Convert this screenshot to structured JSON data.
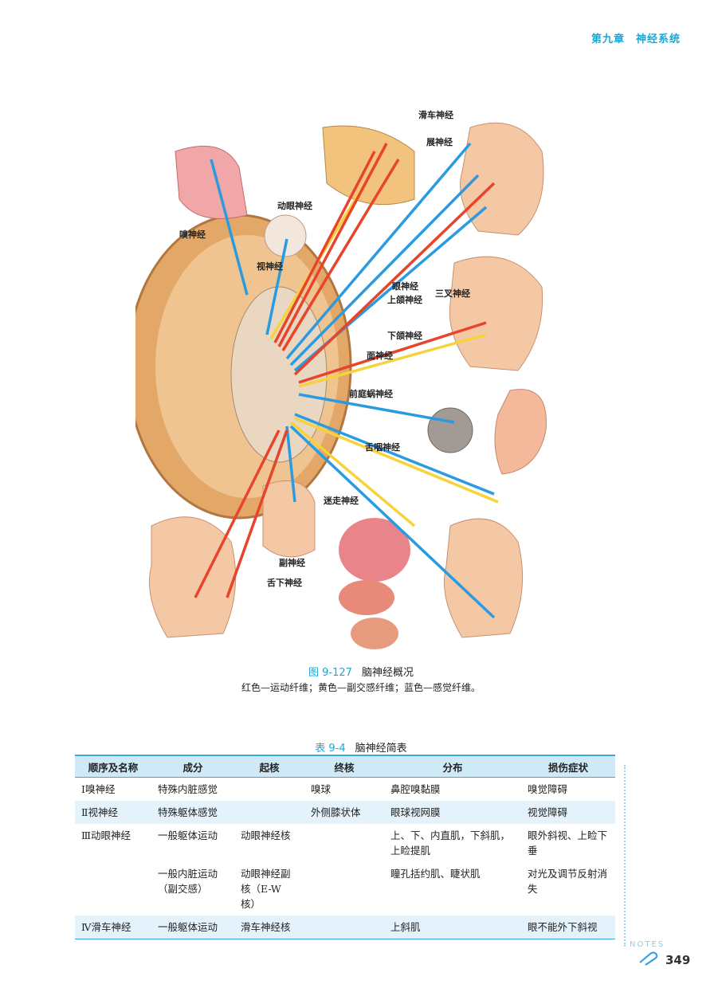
{
  "header": {
    "chapter": "第九章　神经系统"
  },
  "figure": {
    "number": "图 9-127",
    "title": "脑神经概况",
    "legend": "红色—运动纤维；黄色—副交感纤维；蓝色—感觉纤维。",
    "labels": {
      "olfactory": "嗅神经",
      "trochlear": "滑车神经",
      "abducens": "展神经",
      "oculomotor": "动眼神经",
      "optic": "视神经",
      "ophthalmic": "眼神经",
      "maxillary": "上颌神经",
      "mandibular": "下颌神经",
      "trigeminal": "三叉神经",
      "facial": "面神经",
      "vestibulocochlear": "前庭蜗神经",
      "glossopharyngeal": "舌咽神经",
      "vagus": "迷走神经",
      "accessory": "副神经",
      "hypoglossal": "舌下神经"
    },
    "colors": {
      "motor": "#e8432b",
      "parasympathetic": "#f5d33a",
      "sensory": "#2b9be0"
    }
  },
  "table": {
    "number": "表 9-4",
    "title": "脑神经简表",
    "headers": [
      "顺序及名称",
      "成分",
      "起核",
      "终核",
      "分布",
      "损伤症状"
    ],
    "rows": [
      [
        "Ⅰ嗅神经",
        "特殊内脏感觉",
        "",
        "嗅球",
        "鼻腔嗅黏膜",
        "嗅觉障碍"
      ],
      [
        "Ⅱ视神经",
        "特殊躯体感觉",
        "",
        "外侧膝状体",
        "眼球视网膜",
        "视觉障碍"
      ],
      [
        "Ⅲ动眼神经",
        "一般躯体运动",
        "动眼神经核",
        "",
        "上、下、内直肌，下斜肌，上睑提肌",
        "眼外斜视、上睑下垂"
      ],
      [
        "",
        "一般内脏运动（副交感）",
        "动眼神经副核（E-W 核）",
        "",
        "瞳孔括约肌、睫状肌",
        "对光及调节反射消失"
      ],
      [
        "Ⅳ滑车神经",
        "一般躯体运动",
        "滑车神经核",
        "",
        "上斜肌",
        "眼不能外下斜视"
      ]
    ]
  },
  "notes_label": "NOTES",
  "page_number": "349"
}
